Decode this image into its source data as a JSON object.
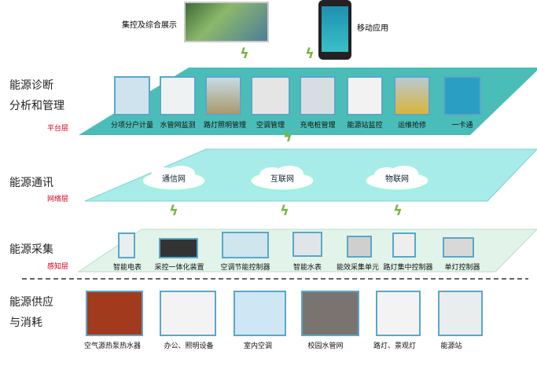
{
  "top": {
    "dashboard_label": "集控及综合展示",
    "mobile_label": "移动应用"
  },
  "layers": [
    {
      "title_lines": [
        "能源诊断",
        "分析和管理"
      ],
      "sublabel": "平台层",
      "items": [
        "分项分户计量",
        "水管网监测",
        "路灯照明管理",
        "空调管理",
        "充电桩管理",
        "能源站监控",
        "运维抢修",
        "一卡通"
      ]
    },
    {
      "title_lines": [
        "能源通讯"
      ],
      "sublabel": "网络层",
      "items": [
        "通信网",
        "互联网",
        "物联网"
      ]
    },
    {
      "title_lines": [
        "能源采集"
      ],
      "sublabel": "感知层",
      "items": [
        "智能电表",
        "采控一体化装置",
        "空调节能控制器",
        "智能水表",
        "能效采集单元",
        "路灯集中控制器",
        "单灯控制器"
      ]
    },
    {
      "title_lines": [
        "能源供应",
        "与消耗"
      ],
      "items": [
        "空气源热泵热水器",
        "办公、照明设备",
        "室内空调",
        "校园水管网",
        "路灯、景观灯",
        "能源站"
      ]
    }
  ],
  "colors": {
    "platform": "#4bbdb8",
    "network": "#a8ecea",
    "sensing": "#dff3e8",
    "thumb_border": "#5aa7c8",
    "sublabel": "#d0021b"
  }
}
